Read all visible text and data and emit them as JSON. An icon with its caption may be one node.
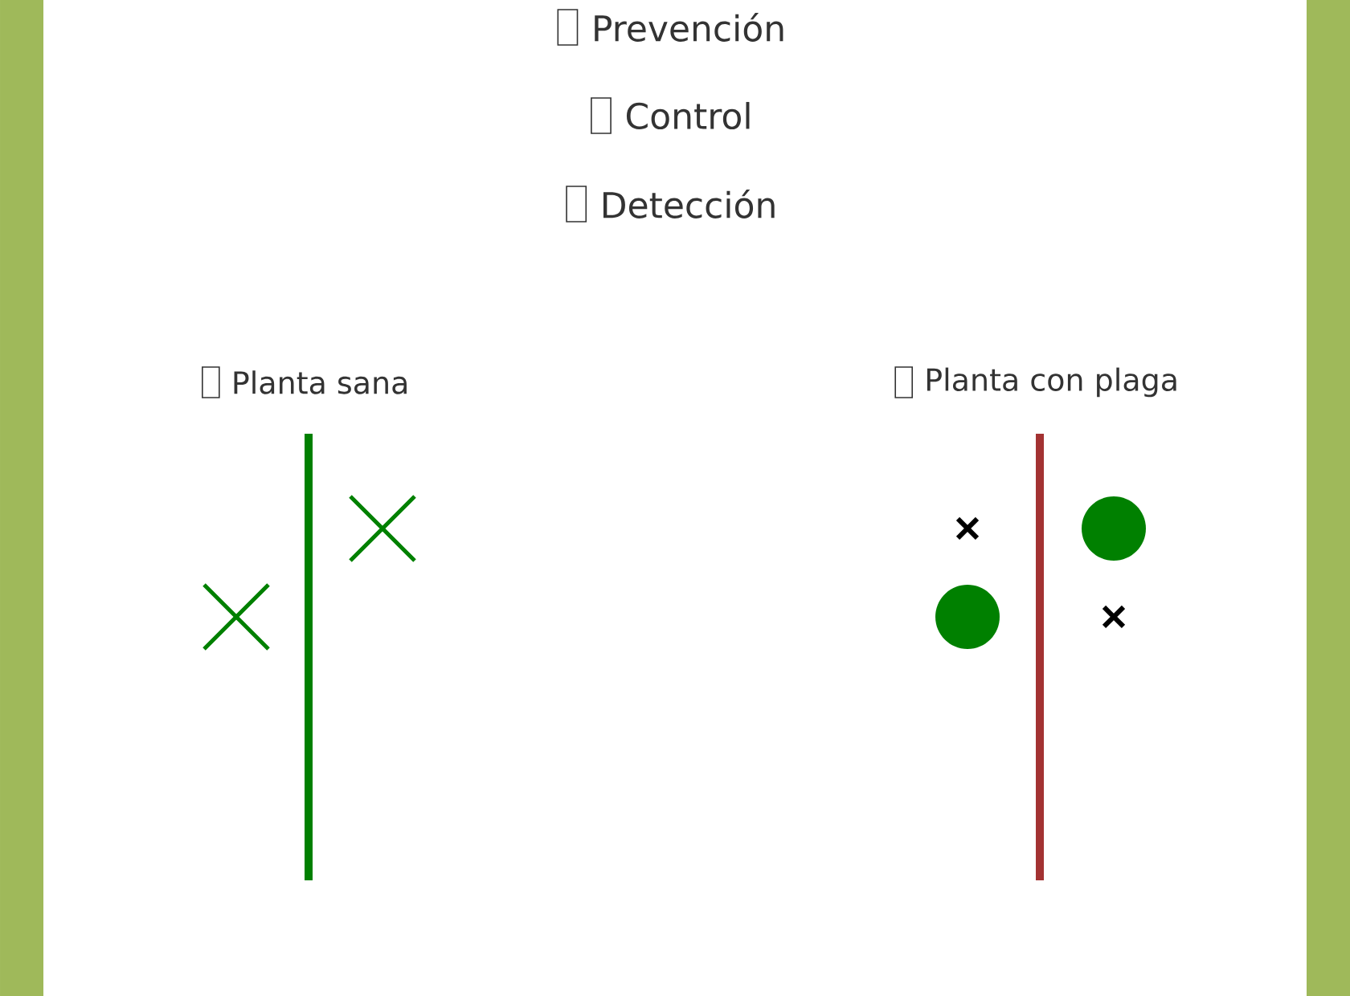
{
  "diagram": {
    "labels": [
      "Prevención",
      "Control",
      "Detección",
      "Planta sana",
      "Planta con plaga"
    ]
  }
}
